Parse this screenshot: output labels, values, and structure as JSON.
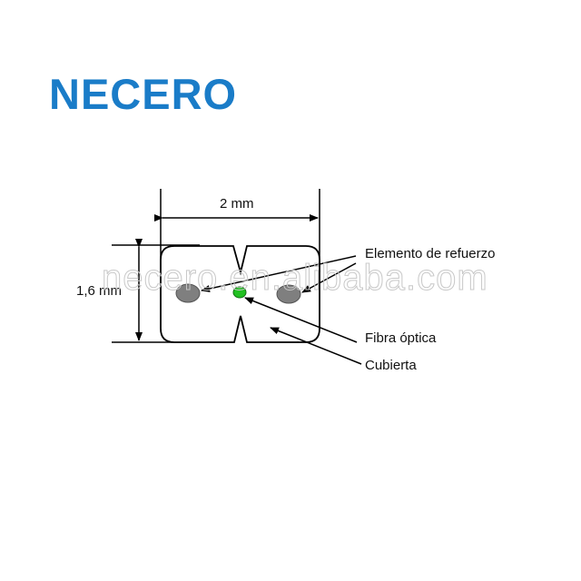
{
  "brand": {
    "name": "NECERO",
    "color": "#1a7cc8"
  },
  "diagram": {
    "width_label": "2 mm",
    "height_label": "1,6 mm",
    "callouts": {
      "strength_member": "Elemento de refuerzo",
      "optical_fiber": "Fibra óptica",
      "jacket": "Cubierta"
    },
    "colors": {
      "strength_member": "#7f7f7f",
      "optical_fiber": "#22c022",
      "line": "#000000"
    }
  },
  "watermark": {
    "text": "necero.en.alibaba.com"
  }
}
